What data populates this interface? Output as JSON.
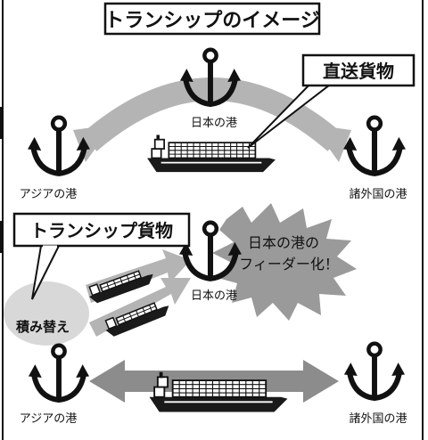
{
  "title": "トランシップのイメージ",
  "top_scene": {
    "left_port": "アジアの港",
    "center_port": "日本の港",
    "right_port": "諸外国の港",
    "callout": "直送貨物"
  },
  "bottom_scene": {
    "callout": "トランシップ貨物",
    "transfer_label": "積み替え",
    "center_port": "日本の港",
    "burst_line1": "日本の港の",
    "burst_line2": "フィーダー化！",
    "left_port": "アジアの港",
    "right_port": "諸外国の港"
  },
  "colors": {
    "arrow_gray": "#b4b4b4",
    "arrow_dark": "#8c8c8c",
    "burst_gray": "#9a9a9a",
    "bubble_gray": "#d8d8d8",
    "ink": "#111111"
  },
  "icons": [
    "anchor-icon",
    "container-ship-icon",
    "feeder-ship-icon"
  ]
}
